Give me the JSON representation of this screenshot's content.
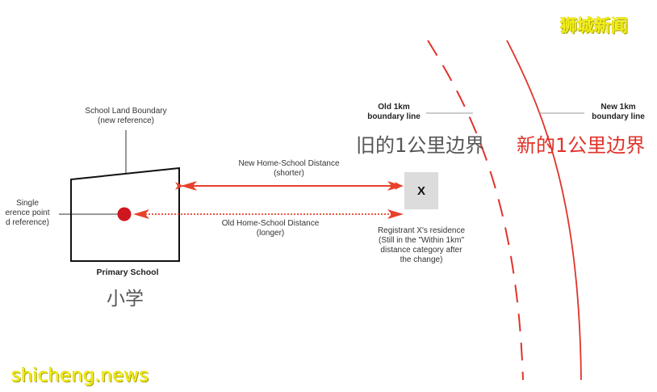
{
  "watermarks": {
    "top_right": "狮城新闻",
    "bottom_left": "shicheng.news"
  },
  "school": {
    "boundary_label_line1": "School Land Boundary",
    "boundary_label_line2": "(new reference)",
    "reference_label_line1": "Single",
    "reference_label_line2": "erence point",
    "reference_label_line3": "d reference)",
    "name_en": "Primary School",
    "name_cn": "小学"
  },
  "distances": {
    "new_line1": "New Home-School Distance",
    "new_line2": "(shorter)",
    "old_line1": "Old Home-School Distance",
    "old_line2": "(longer)"
  },
  "residence": {
    "marker": "X",
    "caption_line1": "Registrant X's residence",
    "caption_line2": "(Still in the \"Within 1km\"",
    "caption_line3": "distance category after",
    "caption_line4": "the change)"
  },
  "boundaries": {
    "old_label_line1": "Old 1km",
    "old_label_line2": "boundary line",
    "old_label_cn": "旧的1公里边界",
    "new_label_line1": "New 1km",
    "new_label_line2": "boundary line",
    "new_label_cn": "新的1公里边界"
  },
  "colors": {
    "accent_red": "#e8402a",
    "dot_red": "#d0161e",
    "boundary_red": "#e0332a",
    "watermark_yellow": "#f2ee1a"
  }
}
